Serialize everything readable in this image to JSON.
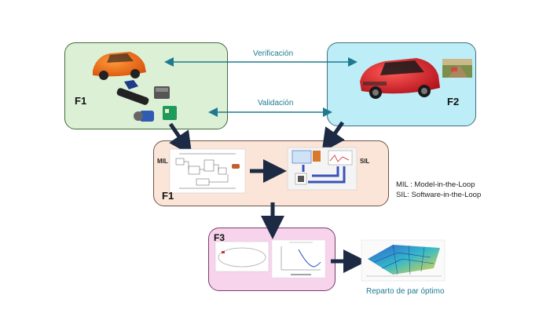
{
  "f1_box": {
    "label": "F1"
  },
  "f2_box": {
    "label": "F2"
  },
  "mid_box": {
    "label": "F1",
    "mil_tag": "MIL",
    "sil_tag": "SIL"
  },
  "f3_box": {
    "label": "F3"
  },
  "arrows": {
    "verificacion": "Verificación",
    "validacion": "Validación"
  },
  "legend": {
    "mil": "MIL : Model-in-the-Loop",
    "sil": "SIL: Software-in-the-Loop"
  },
  "caption": "Reparto de par óptimo",
  "colors": {
    "f1_fill": "#dcf0d6",
    "f2_fill": "#bdeef7",
    "mid_fill": "#fbe5d8",
    "f3_fill": "#f7d3ec",
    "arrow_teal": "#1e7b8e",
    "arrow_dark": "#1d2a44"
  }
}
